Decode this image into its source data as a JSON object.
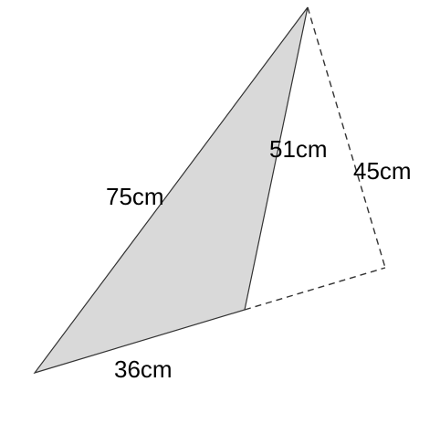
{
  "labels": {
    "hypotenuse": "75cm",
    "inner_side": "51cm",
    "right_side": "45cm",
    "base": "36cm"
  },
  "colors": {
    "shaded_fill": "#d9d9d9",
    "line": "#333333",
    "background": "#ffffff"
  }
}
